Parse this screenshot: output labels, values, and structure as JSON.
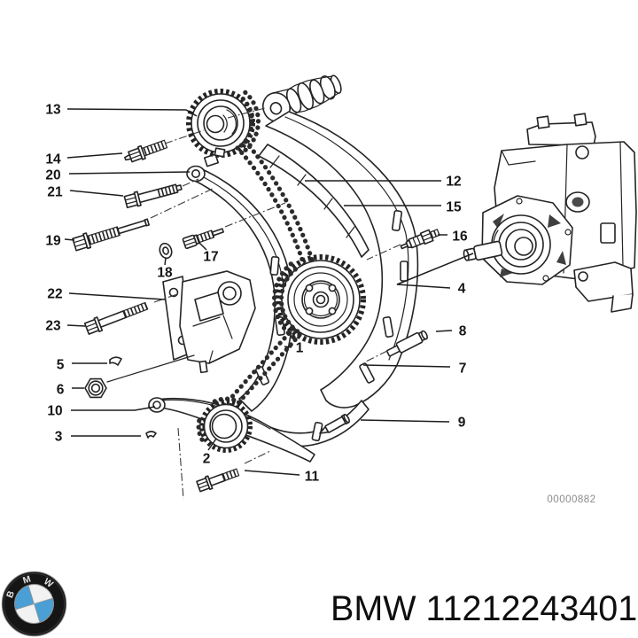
{
  "page": {
    "background": "#ffffff",
    "line_color": "#242424"
  },
  "diagram": {
    "drawing_number": "00000882",
    "callouts": [
      {
        "label": "13"
      },
      {
        "label": "14"
      },
      {
        "label": "20"
      },
      {
        "label": "21"
      },
      {
        "label": "19"
      },
      {
        "label": "17"
      },
      {
        "label": "18"
      },
      {
        "label": "22"
      },
      {
        "label": "23"
      },
      {
        "label": "5"
      },
      {
        "label": "6"
      },
      {
        "label": "10"
      },
      {
        "label": "3"
      },
      {
        "label": "2"
      },
      {
        "label": "11"
      },
      {
        "label": "1"
      },
      {
        "label": "12"
      },
      {
        "label": "15"
      },
      {
        "label": "16"
      },
      {
        "label": "4"
      },
      {
        "label": "8"
      },
      {
        "label": "7"
      },
      {
        "label": "9"
      }
    ]
  },
  "logo": {
    "name": "bmw-roundel",
    "letters": [
      "B",
      "M",
      "W"
    ],
    "colors": {
      "ring": "#151515",
      "blue": "#4a9fd4",
      "white": "#f2f2f2"
    }
  },
  "footer": {
    "brand": "BMW",
    "part_number": "11212243401",
    "text": "BMW 11212243401",
    "color": "#0e0e0e"
  }
}
